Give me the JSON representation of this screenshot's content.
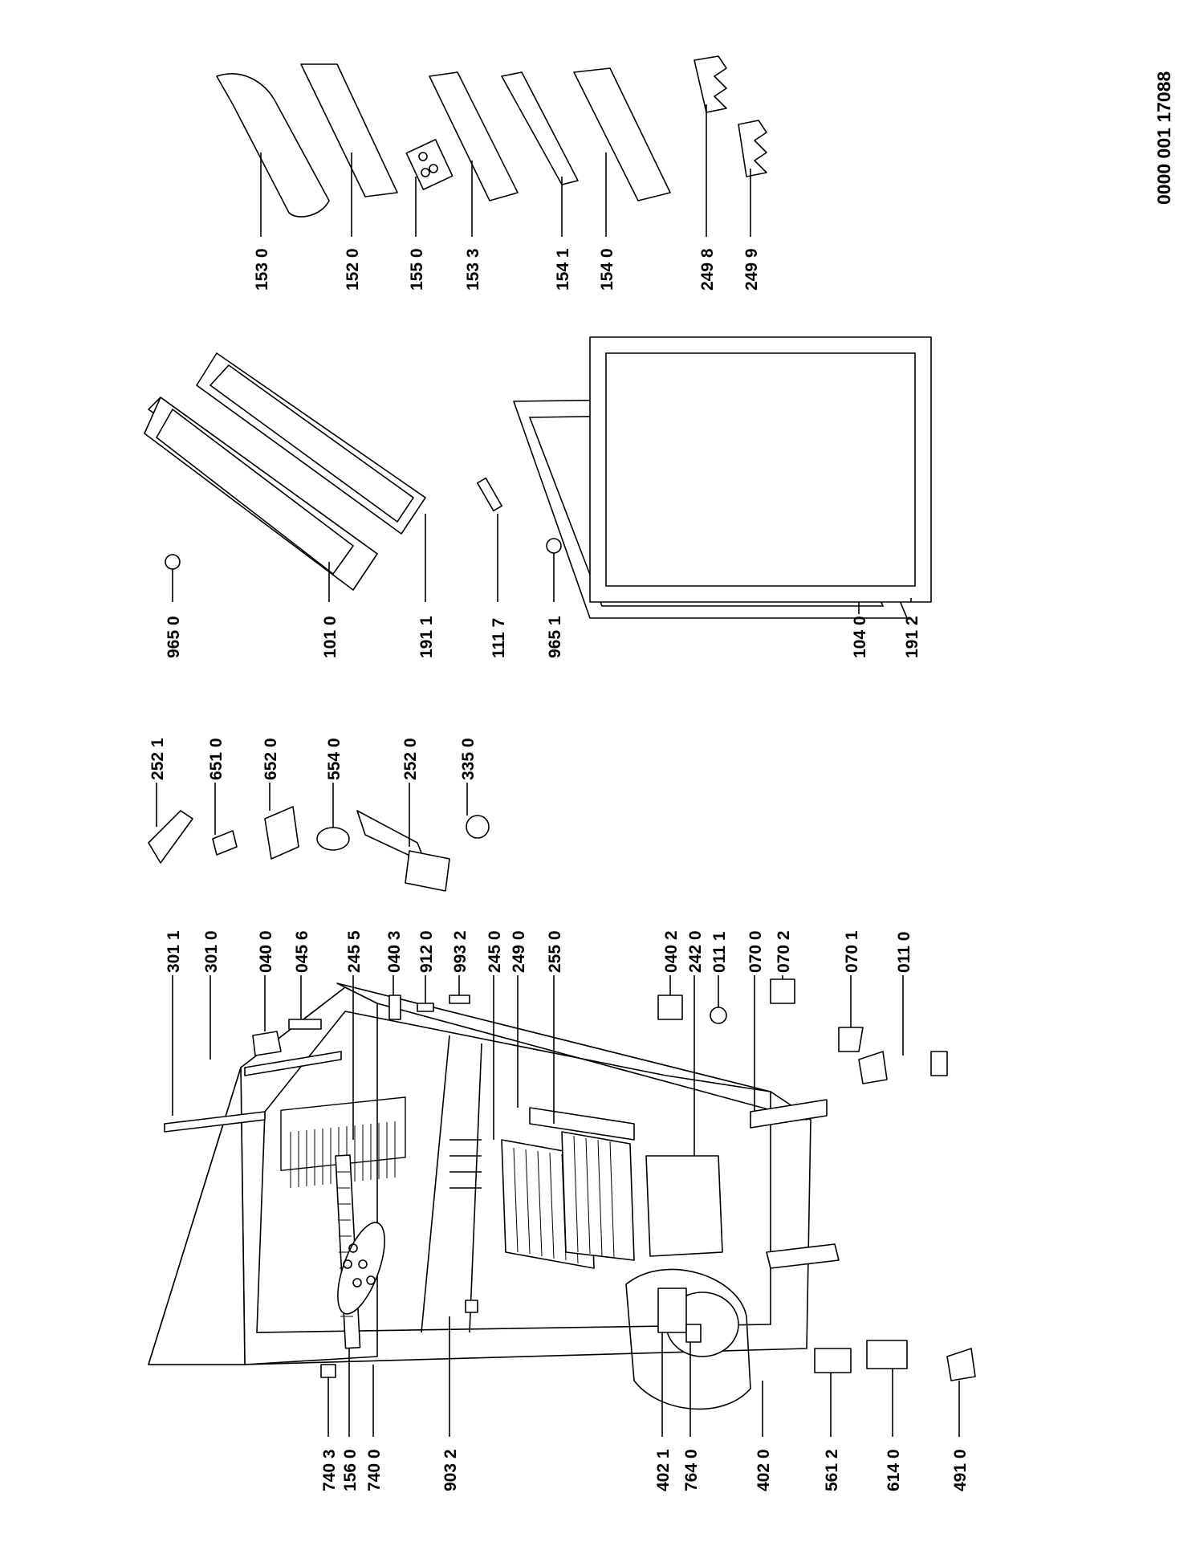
{
  "document": {
    "number": "0000 001 17088"
  },
  "labels": {
    "l7403": "740 3",
    "l1560": "156 0",
    "l7400": "740 0",
    "l9032": "903 2",
    "l4021": "402 1",
    "l7640": "764 0",
    "l4020": "402 0",
    "l5612": "561 2",
    "l6140": "614 0",
    "l4910": "491 0",
    "l3011": "301 1",
    "l3010": "301 0",
    "l0400": "040 0",
    "l0456": "045 6",
    "l2455": "245 5",
    "l0403": "040 3",
    "l9120": "912 0",
    "l9932": "993 2",
    "l2450": "245 0",
    "l2490": "249 0",
    "l2550": "255 0",
    "l0402": "040 2",
    "l2420": "242 0",
    "l0111": "011 1",
    "l0700": "070 0",
    "l0702": "070 2",
    "l0701": "070 1",
    "l0110": "011 0",
    "l2521": "252 1",
    "l6510": "651 0",
    "l6520": "652 0",
    "l5540": "554 0",
    "l2520": "252 0",
    "l3350": "335 0",
    "l9650": "965 0",
    "l1010": "101 0",
    "l1911": "191 1",
    "l1117": "111 7",
    "l9651": "965 1",
    "l1040": "104 0",
    "l1912": "191 2",
    "l1530": "153 0",
    "l1520": "152 0",
    "l1550": "155 0",
    "l1533": "153 3",
    "l1541": "154 1",
    "l1540": "154 0",
    "l2498": "249 8",
    "l2499": "249 9"
  }
}
